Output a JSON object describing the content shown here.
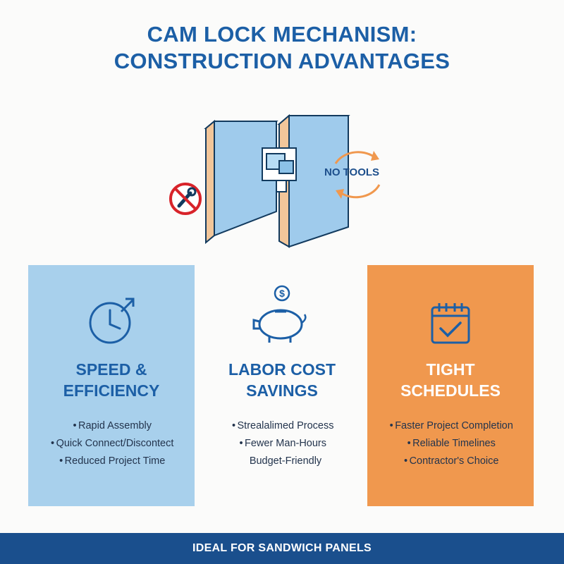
{
  "title": {
    "line1": "CAM LOCK MECHANISM:",
    "line2": "CONSTRUCTION ADVANTAGES"
  },
  "diagram": {
    "badge": "NO TOOLS",
    "icons": [
      "sandwich-panel-icon",
      "cam-lock-icon",
      "no-wrench-icon",
      "rotate-arrows-icon"
    ],
    "colors": {
      "panel": "#9fcbec",
      "core": "#f2c69a",
      "accent": "#f0984e",
      "prohibit": "#d8232a"
    }
  },
  "cards": [
    {
      "heading_line1": "SPEED &",
      "heading_line2": "EFFICIENCY",
      "icon": "clock-arrow-icon",
      "items": [
        "Rapid Assembly",
        "Quick Connect/Discontect",
        "Reduced Project Time"
      ]
    },
    {
      "heading_line1": "LABOR COST",
      "heading_line2": "SAVINGS",
      "icon": "piggy-bank-icon",
      "items": [
        "Strealalimed Process",
        "Fewer Man-Hours",
        "Budget-Friendly"
      ]
    },
    {
      "heading_line1": "TIGHT",
      "heading_line2": "SCHEDULES",
      "icon": "calendar-check-icon",
      "items": [
        "Faster Project Completion",
        "Reliable Timelines",
        "Contractor's Choice"
      ]
    }
  ],
  "footer": {
    "text": "IDEAL FOR SANDWICH PANELS"
  },
  "colors": {
    "title": "#1c5fa6",
    "card_blue": "#a8d0ec",
    "card_orange": "#f0984e",
    "footer": "#1a4f8d"
  }
}
